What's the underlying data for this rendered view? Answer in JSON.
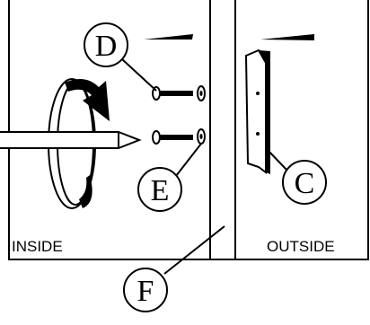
{
  "labels": {
    "inside": "INSIDE",
    "outside": "OUTSIDE"
  },
  "callouts": {
    "d": "D",
    "e": "E",
    "c": "C",
    "f": "F"
  }
}
